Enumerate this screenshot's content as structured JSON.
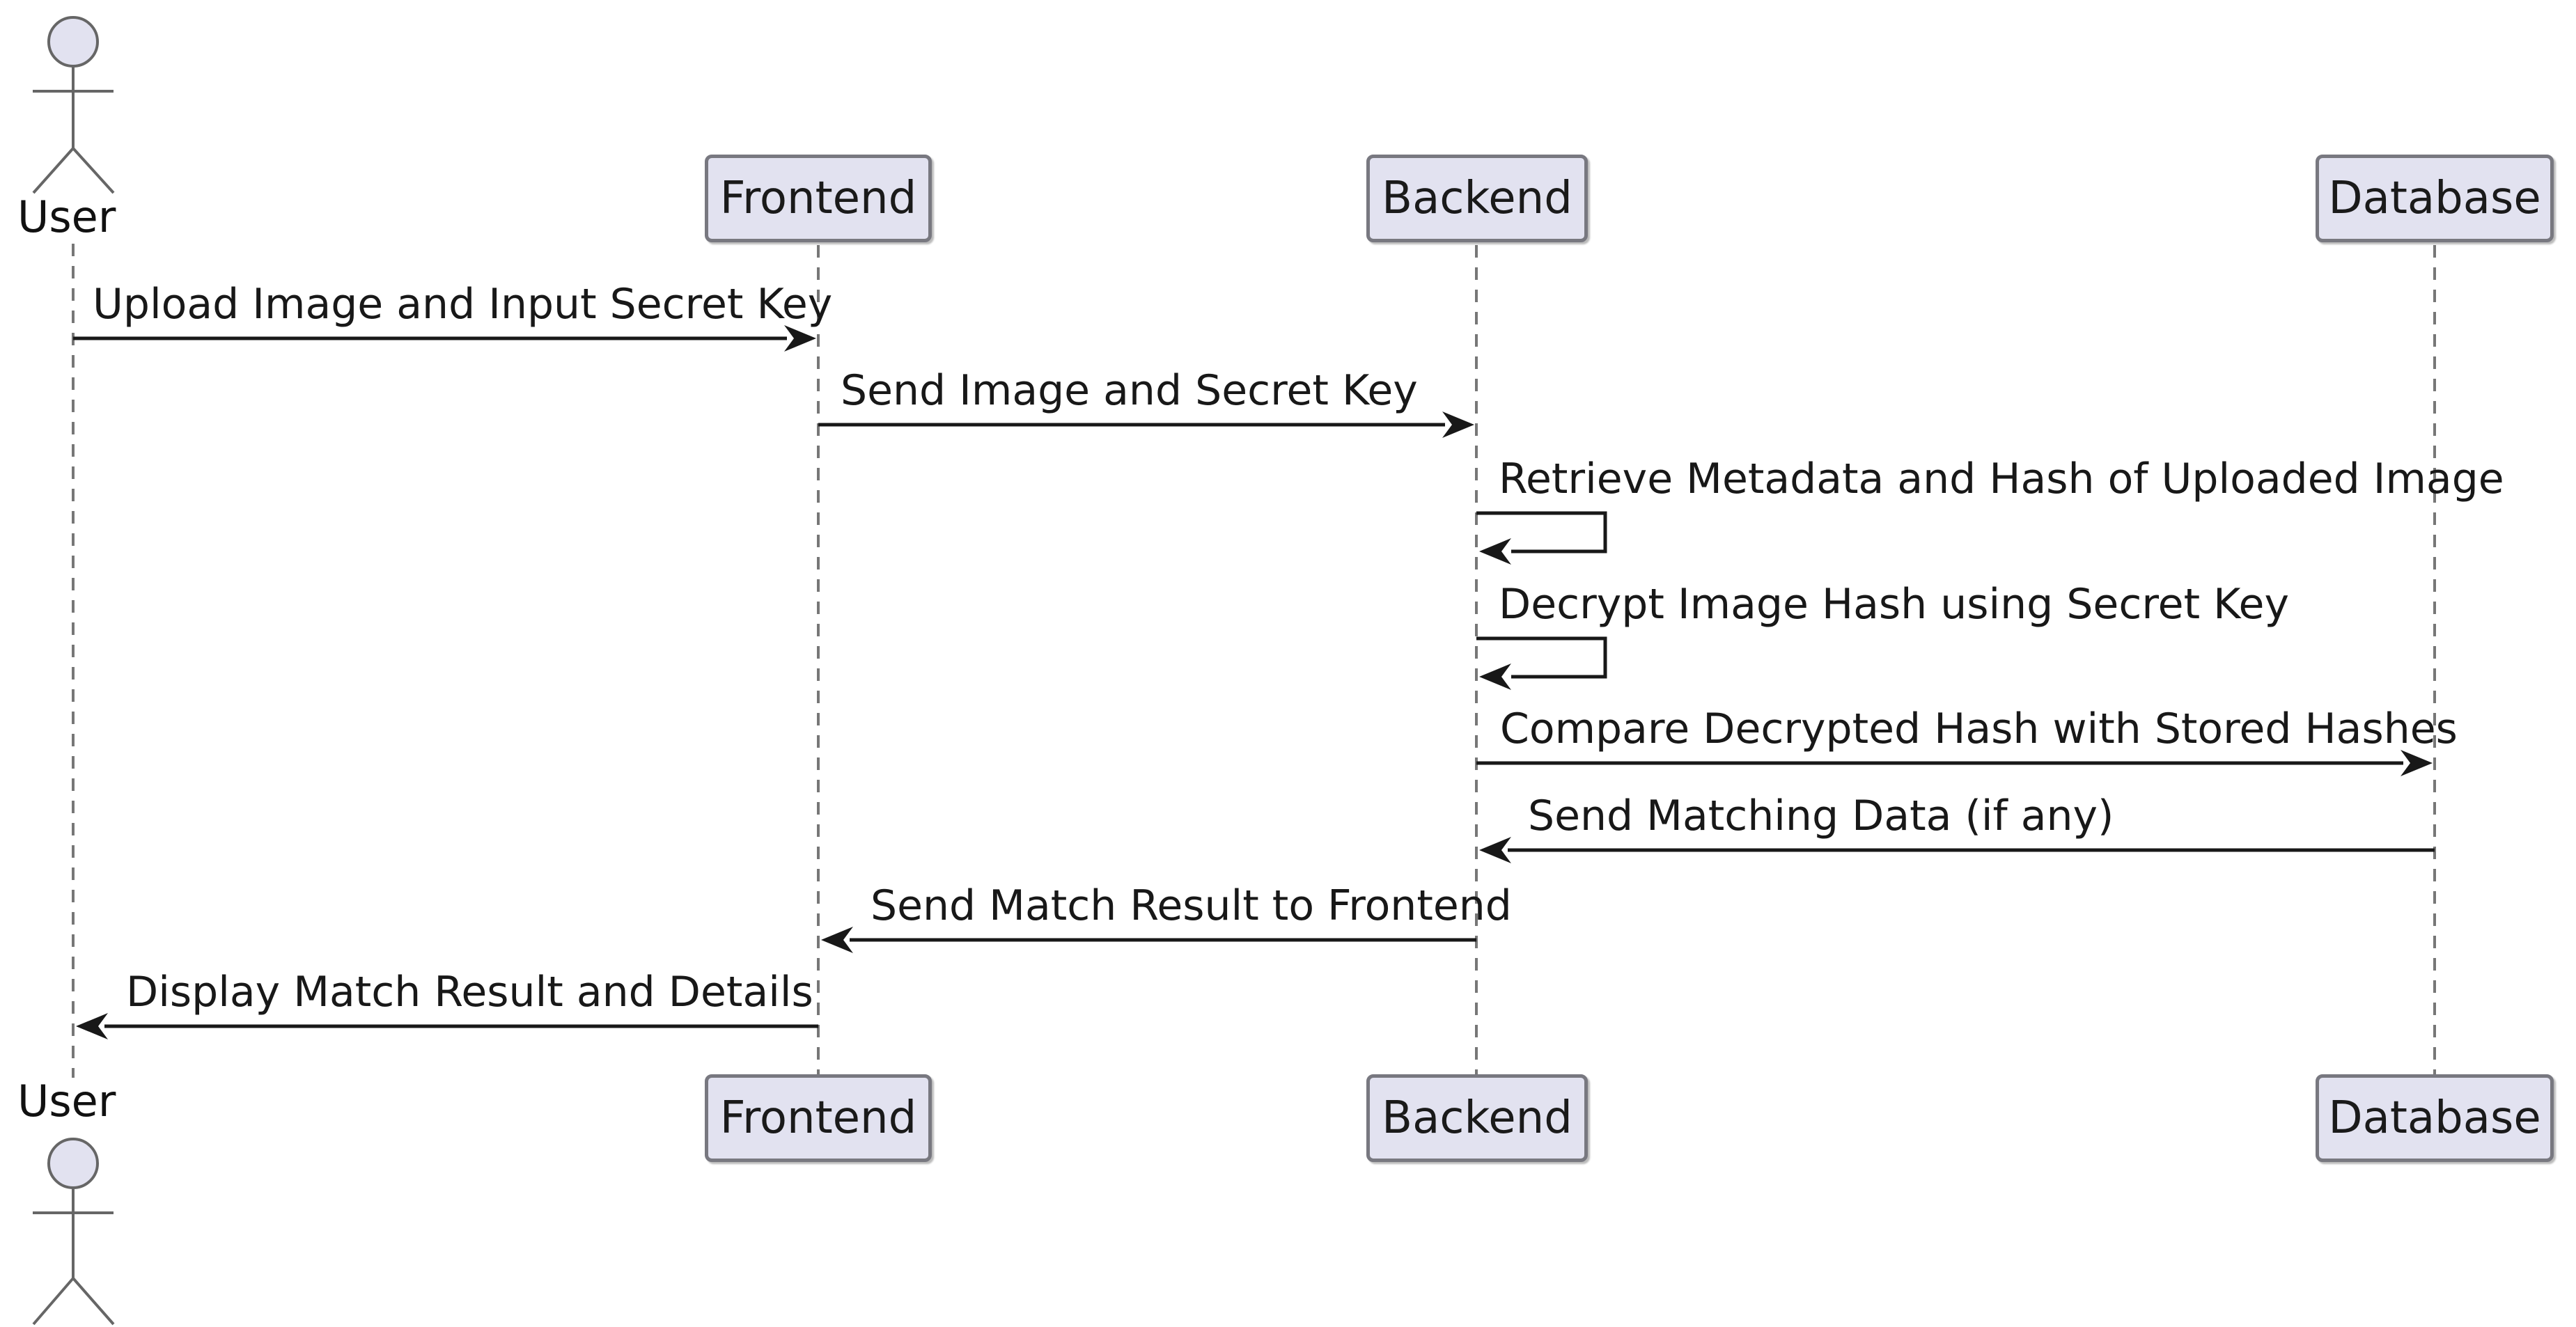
{
  "diagram": {
    "type": "uml-sequence-diagram",
    "background": "#ffffff",
    "colors": {
      "participant_fill": "#E2E2F0",
      "participant_border": "#787880",
      "lifeline": "#777777",
      "actor_stroke": "#666666",
      "arrow": "#181818",
      "text": "#181818"
    },
    "participants": [
      {
        "id": "user",
        "label": "User",
        "kind": "actor"
      },
      {
        "id": "frontend",
        "label": "Frontend",
        "kind": "participant"
      },
      {
        "id": "backend",
        "label": "Backend",
        "kind": "participant"
      },
      {
        "id": "database",
        "label": "Database",
        "kind": "participant"
      }
    ],
    "messages": [
      {
        "index": 1,
        "from": "User",
        "to": "Frontend",
        "label": "Upload Image and Input Secret Key",
        "kind": "solid-arrow"
      },
      {
        "index": 2,
        "from": "Frontend",
        "to": "Backend",
        "label": "Send Image and Secret Key",
        "kind": "solid-arrow"
      },
      {
        "index": 3,
        "from": "Backend",
        "to": "Backend",
        "label": "Retrieve Metadata and Hash of Uploaded Image",
        "kind": "self-arrow"
      },
      {
        "index": 4,
        "from": "Backend",
        "to": "Backend",
        "label": "Decrypt Image Hash using Secret Key",
        "kind": "self-arrow"
      },
      {
        "index": 5,
        "from": "Backend",
        "to": "Database",
        "label": "Compare Decrypted Hash with Stored Hashes",
        "kind": "solid-arrow"
      },
      {
        "index": 6,
        "from": "Database",
        "to": "Backend",
        "label": "Send Matching Data (if any)",
        "kind": "solid-arrow"
      },
      {
        "index": 7,
        "from": "Backend",
        "to": "Frontend",
        "label": "Send Match Result to Frontend",
        "kind": "solid-arrow"
      },
      {
        "index": 8,
        "from": "Frontend",
        "to": "User",
        "label": "Display Match Result and Details",
        "kind": "solid-arrow"
      }
    ]
  }
}
